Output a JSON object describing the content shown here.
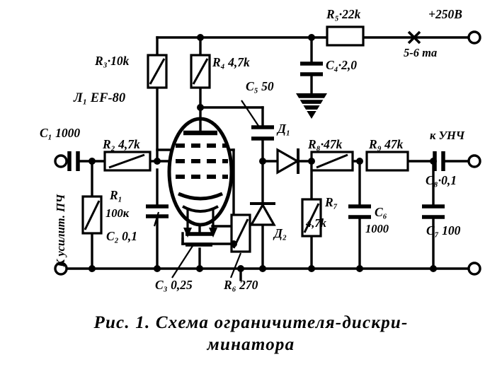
{
  "figure": {
    "caption_line1": "Рис. 1. Схема ограничителя-дискри-",
    "caption_line2": "минатора",
    "type": "schematic-diagram",
    "domain": "electronics",
    "ink_color": "#000000",
    "background_color": "#ffffff"
  },
  "labels": {
    "r1": "R₁",
    "r1_value": "100к",
    "r2": "R₂ 4,7k",
    "r3": "R₃·10k",
    "r4": "R₄ 4,7k",
    "r5": "R₅·22k",
    "r6": "R₆ 270",
    "r7": "R₇",
    "r7_value": "4,7k",
    "r8": "R₈·47k",
    "r9": "R₉ 47k",
    "c1": "C₁ 1000",
    "c2": "C₂ 0,1",
    "c3": "C₃ 0,25",
    "c4": "C₄·2,0",
    "c5": "C₅ 50",
    "c6": "C₆",
    "c6_value": "1000",
    "c7": "C₇ 100",
    "c8": "C₈·0,1",
    "d1": "Д₁",
    "d2": "Д₂",
    "tube": "Л₁ EF-80",
    "supply_voltage": "+250В",
    "supply_current": "5-6 ma",
    "input_terminal": "К усилит. ПЧ",
    "output_terminal": "к УНЧ"
  },
  "components": {
    "resistors": [
      {
        "id": "R1",
        "value": "100к",
        "orientation": "vertical"
      },
      {
        "id": "R2",
        "value": "4,7k",
        "orientation": "horizontal"
      },
      {
        "id": "R3",
        "value": "10k",
        "orientation": "vertical"
      },
      {
        "id": "R4",
        "value": "4,7k",
        "orientation": "vertical"
      },
      {
        "id": "R5",
        "value": "22k",
        "orientation": "horizontal"
      },
      {
        "id": "R6",
        "value": "270",
        "orientation": "vertical"
      },
      {
        "id": "R7",
        "value": "4,7k",
        "orientation": "vertical"
      },
      {
        "id": "R8",
        "value": "47k",
        "orientation": "horizontal"
      },
      {
        "id": "R9",
        "value": "47k",
        "orientation": "horizontal"
      }
    ],
    "capacitors": [
      {
        "id": "C1",
        "value": "1000",
        "orientation": "horizontal"
      },
      {
        "id": "C2",
        "value": "0,1",
        "orientation": "vertical"
      },
      {
        "id": "C3",
        "value": "0,25",
        "orientation": "vertical"
      },
      {
        "id": "C4",
        "value": "2,0",
        "orientation": "vertical"
      },
      {
        "id": "C5",
        "value": "50",
        "orientation": "vertical"
      },
      {
        "id": "C6",
        "value": "1000",
        "orientation": "vertical"
      },
      {
        "id": "C7",
        "value": "100",
        "orientation": "vertical"
      },
      {
        "id": "C8",
        "value": "0,1",
        "orientation": "horizontal"
      }
    ],
    "diodes": [
      {
        "id": "D1",
        "orientation": "horizontal"
      },
      {
        "id": "D2",
        "orientation": "vertical"
      }
    ],
    "tubes": [
      {
        "id": "L1",
        "type": "EF-80",
        "description": "pentode"
      }
    ],
    "ground_symbols": 1,
    "terminals": 4
  }
}
